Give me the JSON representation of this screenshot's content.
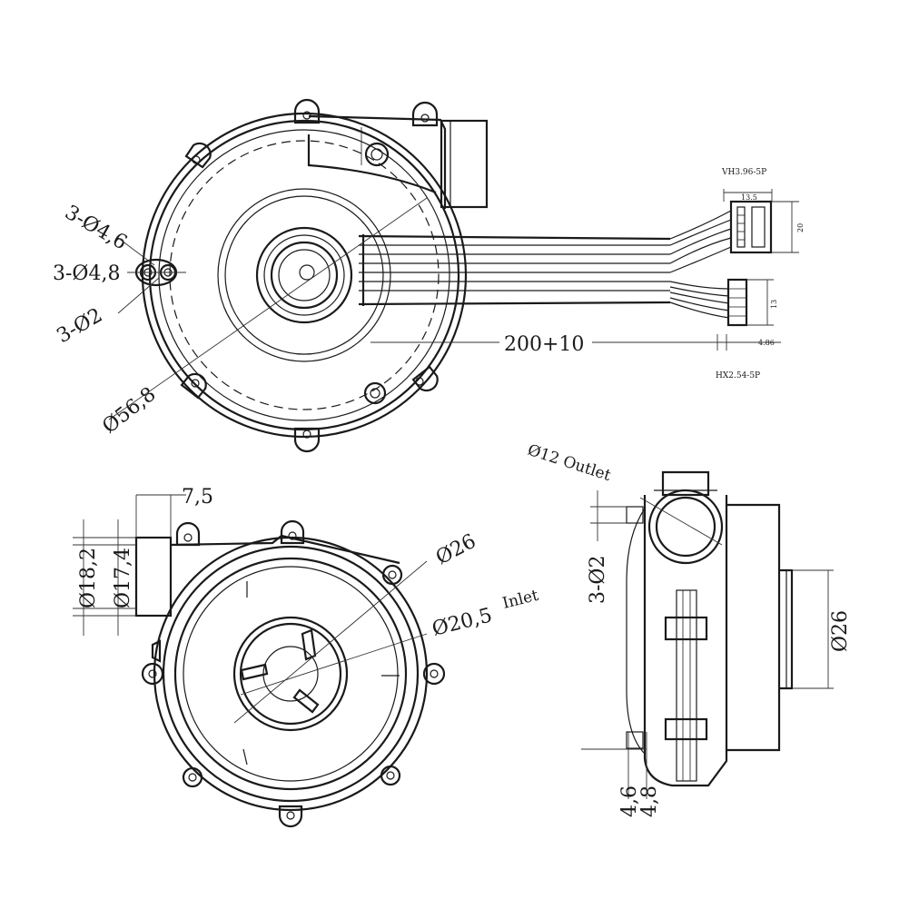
{
  "labels": {
    "holes_46": "3-Ø4,6",
    "holes_48": "3-Ø4,8",
    "holes_2_top": "3-Ø2",
    "diameter_568": "Ø56,8",
    "cable_length": "200+10",
    "conn_vh": "VH3.96-5P",
    "conn_hx": "HX2.54-5P",
    "dim_135": "13.5",
    "dim_20": "20",
    "dim_13": "13",
    "dim_486": "4.86",
    "dim_75": "7,5",
    "dim_182": "Ø18,2",
    "dim_174": "Ø17,4",
    "dim_26_front": "Ø26",
    "dim_205": "Ø20,5",
    "inlet": "Inlet",
    "outlet": "Ø12 Outlet",
    "holes_2_side": "3-Ø2",
    "dim_26_side": "Ø26",
    "dim_46": "4,6",
    "dim_48": "4,8"
  }
}
